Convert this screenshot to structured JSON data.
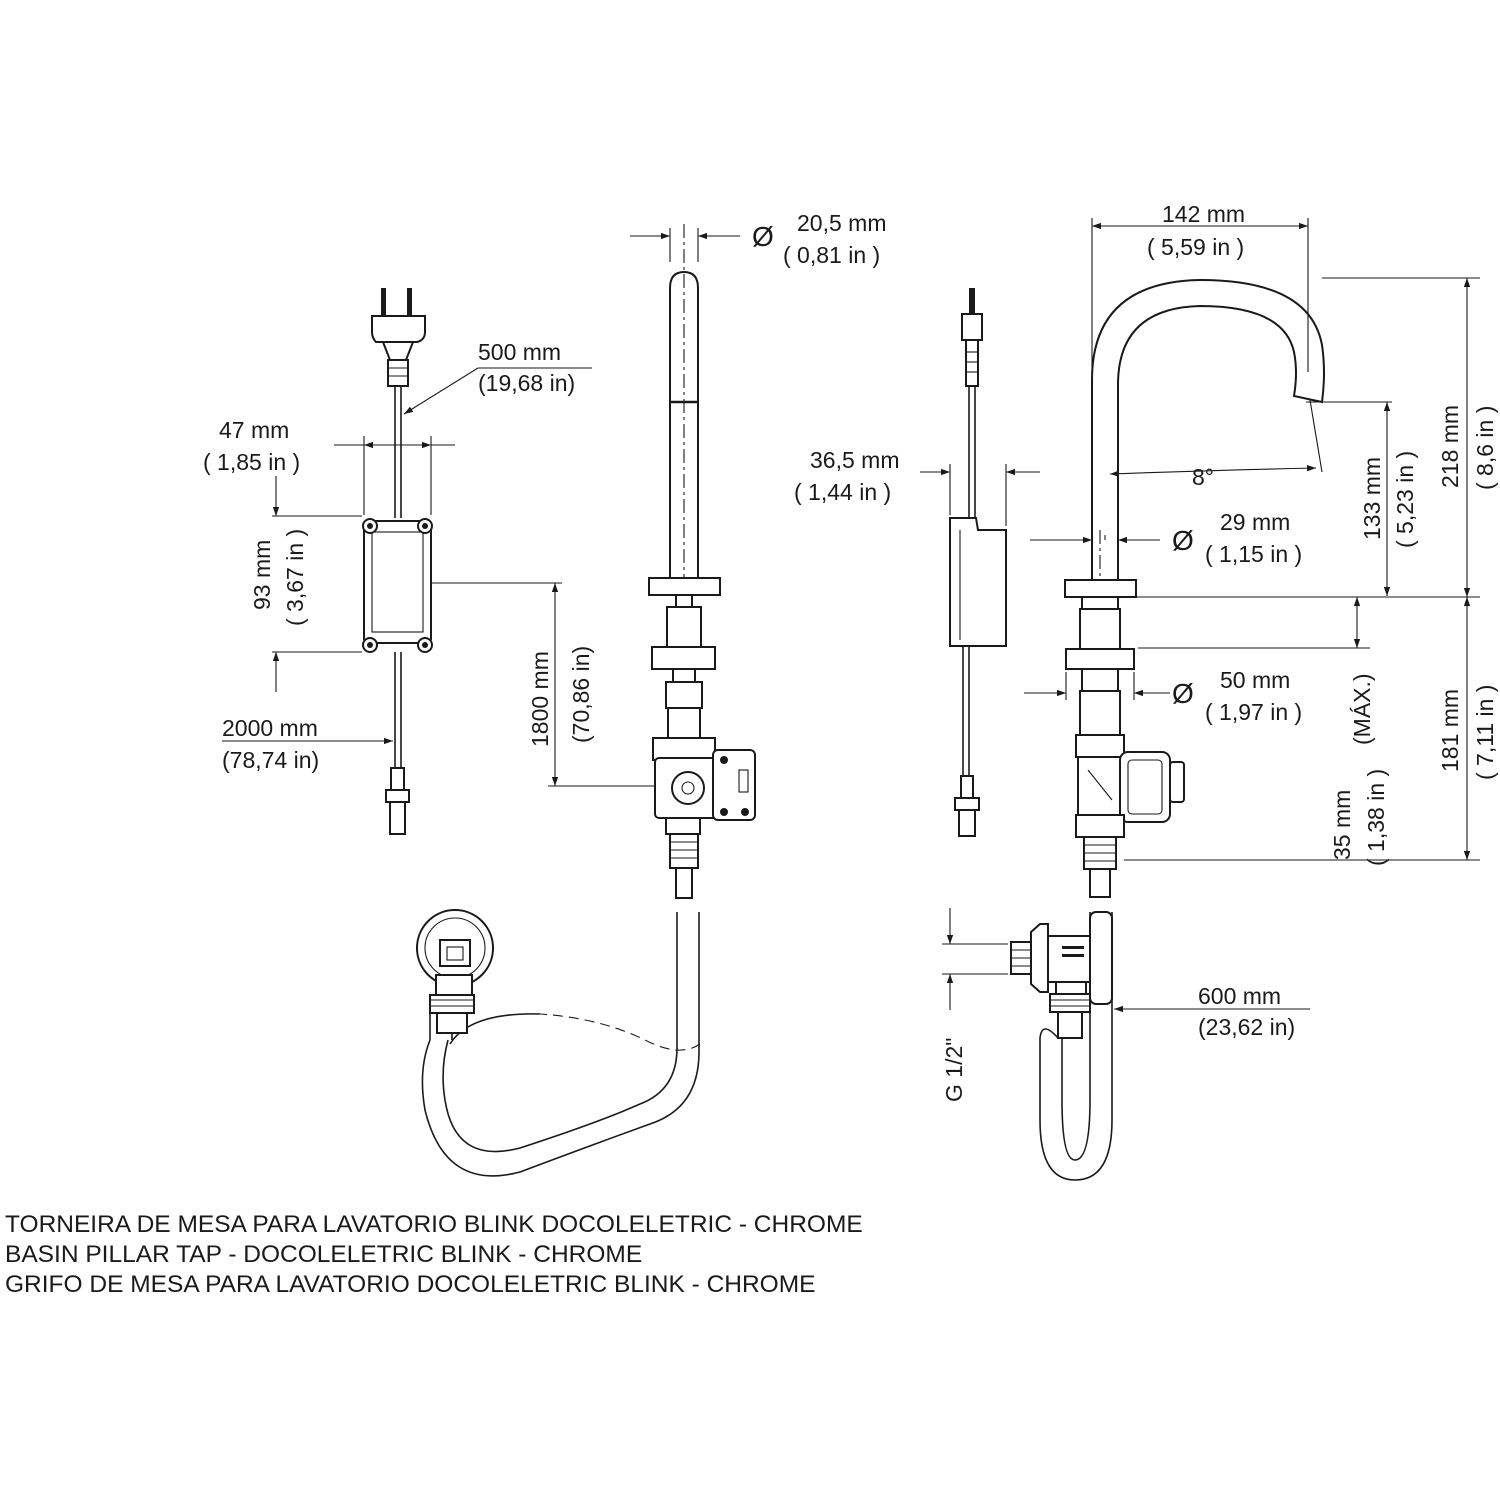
{
  "dimensions": {
    "cable_500": {
      "mm": "500 mm",
      "in": "(19,68 in)"
    },
    "box_width": {
      "mm": "47 mm",
      "in": "( 1,85 in )"
    },
    "box_height": {
      "mm": "93 mm",
      "in": "( 3,67 in )"
    },
    "cable_2000": {
      "mm": "2000 mm",
      "in": "(78,74 in)"
    },
    "spout_diameter": {
      "symbol": "Ø",
      "mm": "20,5 mm",
      "in": "( 0,81 in )"
    },
    "length_1800": {
      "mm": "1800 mm",
      "in": "(70,86 in)"
    },
    "sensor_width": {
      "mm": "36,5 mm",
      "in": "( 1,44 in )"
    },
    "reach_142": {
      "mm": "142 mm",
      "in": "( 5,59 in )"
    },
    "angle": {
      "value": "8°"
    },
    "body_diameter": {
      "symbol": "Ø",
      "mm": "29 mm",
      "in": "( 1,15 in )"
    },
    "base_diameter": {
      "symbol": "Ø",
      "mm": "50 mm",
      "in": "( 1,97 in )"
    },
    "height_133": {
      "mm": "133 mm",
      "in": "( 5,23 in )"
    },
    "height_218": {
      "mm": "218 mm",
      "in": "( 8,6 in )"
    },
    "height_181": {
      "mm": "181 mm",
      "in": "( 7,11 in )"
    },
    "deck_35": {
      "mm": "35 mm",
      "in": "( 1,38 in )",
      "note": "(MÁX.)"
    },
    "hose_600": {
      "mm": "600 mm",
      "in": "(23,62 in)"
    },
    "thread": {
      "value": "G 1/2\""
    }
  },
  "title": {
    "line_pt": "TORNEIRA DE MESA PARA LAVATORIO BLINK DOCOLELETRIC - CHROME",
    "line_en": "BASIN PILLAR TAP - DOCOLELETRIC BLINK - CHROME",
    "line_es": "GRIFO DE MESA PARA LAVATORIO DOCOLELETRIC BLINK - CHROME"
  }
}
